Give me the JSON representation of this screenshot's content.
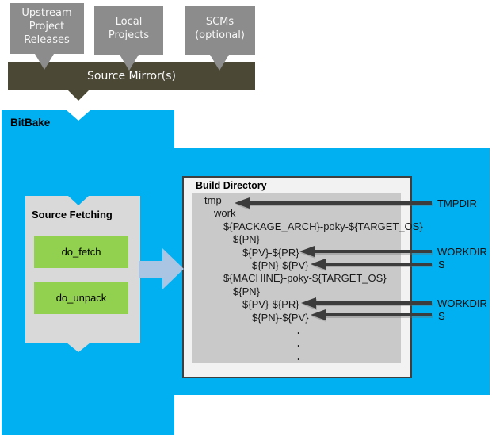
{
  "colors": {
    "cyan": "#00b0f0",
    "olive": "#4b4836",
    "box-gray": "#8c8c8c",
    "light-gray": "#d9d9d9",
    "inner-gray": "#c9c9c9",
    "green": "#92d050",
    "arrow-dark": "#3c3c3c",
    "block-arrow-blue": "#a9c5e3",
    "panel-bg": "#f2f2f2",
    "border-dark": "#3f3f3f"
  },
  "sources": {
    "boxes": [
      {
        "lines": [
          "Upstream",
          "Project",
          "Releases"
        ]
      },
      {
        "lines": [
          "Local",
          "Projects"
        ]
      },
      {
        "lines": [
          "SCMs",
          "(optional)"
        ]
      }
    ],
    "mirror_label": "Source Mirror(s)"
  },
  "bitbake_label": "BitBake",
  "source_fetching": {
    "title": "Source Fetching",
    "tasks": [
      "do_fetch",
      "do_unpack"
    ]
  },
  "build_directory": {
    "title": "Build Directory",
    "tree": [
      "tmp",
      "work",
      "${PACKAGE_ARCH}-poky-${TARGET_OS}",
      "${PN}",
      "${PV}-${PR}",
      "${PN}-${PV}",
      "${MACHINE}-poky-${TARGET_OS}",
      "${PN}",
      "${PV}-${PR}",
      "${PN}-${PV}",
      ".",
      ".",
      "."
    ]
  },
  "annotations": [
    "TMPDIR",
    "WORKDIR",
    "S",
    "WORKDIR",
    "S"
  ]
}
